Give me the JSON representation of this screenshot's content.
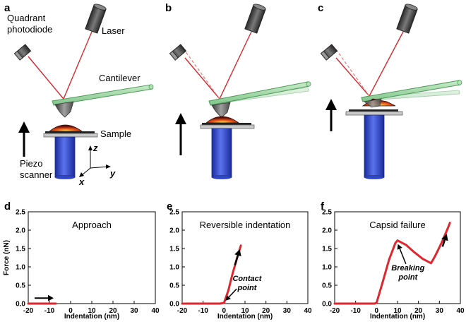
{
  "colors": {
    "laser_beam": "#d9262c",
    "cantilever": "#9fd6a5",
    "cantilever_edge": "#4d9a58",
    "scanner_blue": "#2e45c8",
    "device_gray": "#4a4a4a",
    "curve_red": "#e0262f"
  },
  "diagram": {
    "panels": [
      {
        "letter": "a",
        "labels": {
          "photodiode": [
            "Quadrant",
            "photodiode"
          ],
          "laser": "Laser",
          "cantilever": "Cantilever",
          "sample": "Sample",
          "scanner": [
            "Piezo",
            "scanner"
          ],
          "axis_z": "z",
          "axis_x": "x",
          "axis_y": "y"
        }
      },
      {
        "letter": "b"
      },
      {
        "letter": "c"
      }
    ]
  },
  "chart_data": [
    {
      "type": "line",
      "letter": "d",
      "title": "Approach",
      "xlabel": "Indentation (nm)",
      "ylabel": "Force (nN)",
      "xlim": [
        -20,
        40
      ],
      "ylim": [
        0,
        2.5
      ],
      "xticks": [
        -20,
        -10,
        0,
        10,
        20,
        30,
        40
      ],
      "yticks": [
        0.0,
        0.5,
        1.0,
        1.5,
        2.0,
        2.5
      ],
      "series": [
        {
          "x": [
            -20,
            -15,
            -10,
            -7
          ],
          "y": [
            0.0,
            0.0,
            0.0,
            0.0
          ]
        }
      ],
      "annotations": []
    },
    {
      "type": "line",
      "letter": "e",
      "title": "Reversible indentation",
      "xlabel": "Indentation (nm)",
      "ylabel": "",
      "xlim": [
        -20,
        40
      ],
      "ylim": [
        0,
        2.5
      ],
      "xticks": [
        -20,
        -10,
        0,
        10,
        20,
        30,
        40
      ],
      "yticks": [
        0.0,
        0.5,
        1.0,
        1.5,
        2.0,
        2.5
      ],
      "series": [
        {
          "x": [
            -20,
            -10,
            -2,
            0,
            2,
            4,
            6,
            8
          ],
          "y": [
            0.0,
            0.0,
            0.0,
            0.02,
            0.35,
            0.8,
            1.2,
            1.58
          ]
        }
      ],
      "annotations": [
        {
          "text": [
            "Contact",
            "point"
          ]
        }
      ]
    },
    {
      "type": "line",
      "letter": "f",
      "title": "Capsid failure",
      "xlabel": "Indentation (nm)",
      "ylabel": "",
      "xlim": [
        -20,
        40
      ],
      "ylim": [
        0,
        2.5
      ],
      "xticks": [
        -20,
        -10,
        0,
        10,
        20,
        30,
        40
      ],
      "yticks": [
        0.0,
        0.5,
        1.0,
        1.5,
        2.0,
        2.5
      ],
      "series": [
        {
          "x": [
            -20,
            -10,
            -1,
            0,
            3,
            6,
            9,
            10,
            14,
            18,
            22,
            26,
            28,
            31,
            34,
            35
          ],
          "y": [
            0.0,
            0.0,
            0.0,
            0.02,
            0.6,
            1.2,
            1.65,
            1.72,
            1.6,
            1.4,
            1.22,
            1.1,
            1.3,
            1.65,
            2.05,
            2.2
          ]
        }
      ],
      "annotations": [
        {
          "text": [
            "Breaking",
            "point"
          ]
        }
      ]
    }
  ]
}
